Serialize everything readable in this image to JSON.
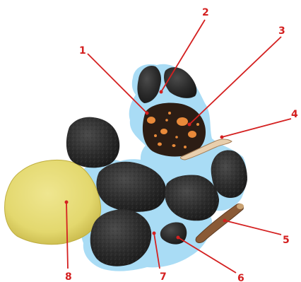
{
  "diagram": {
    "colors": {
      "water": "#a9dcf5",
      "rock": "#2a2a2a",
      "rock_highlight": "#4a4a4a",
      "organic": "#2c1d14",
      "organic_fleck": "#e98a3a",
      "sand": "#e6dc78",
      "sand_shade": "#c9bb4c",
      "leader": "#d42020",
      "root": "#8a5a36"
    },
    "labels": [
      {
        "id": "1",
        "text": "1"
      },
      {
        "id": "2",
        "text": "2"
      },
      {
        "id": "3",
        "text": "3"
      },
      {
        "id": "4",
        "text": "4"
      },
      {
        "id": "5",
        "text": "5"
      },
      {
        "id": "6",
        "text": "6"
      },
      {
        "id": "7",
        "text": "7"
      },
      {
        "id": "8",
        "text": "8"
      }
    ]
  }
}
